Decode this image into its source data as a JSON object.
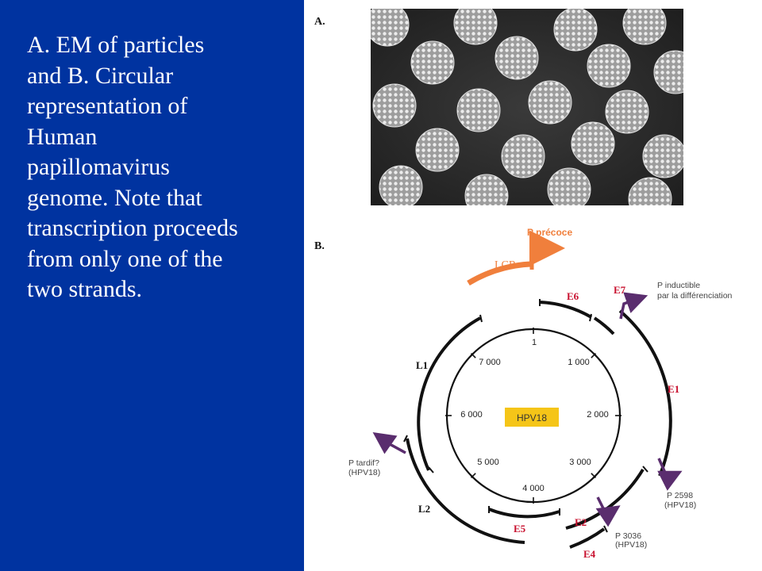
{
  "caption": {
    "lines": [
      "A. EM of particles",
      "and B. Circular",
      "representation  of",
      "Human",
      "papillomavirus",
      "genome. Note that",
      "transcription  proceeds",
      "from only one of the",
      "two strands."
    ]
  },
  "panel_a": {
    "label": "A."
  },
  "panel_b": {
    "label": "B.",
    "center_label": "HPV18",
    "ticks": [
      "1",
      "1 000",
      "2 000",
      "3 000",
      "4 000",
      "5 000",
      "6 000",
      "7 000"
    ],
    "genes": [
      "LCR",
      "E6",
      "E7",
      "E1",
      "E2",
      "E4",
      "E5",
      "L2",
      "L1"
    ],
    "promoters": {
      "early": "P précoce",
      "inducible_1": "P inductible",
      "inducible_2": "par la différenciation",
      "p2598_1": "P 2598",
      "p2598_2": "(HPV18)",
      "p3036_1": "P 3036",
      "p3036_2": "(HPV18)",
      "late_1": "P tardif?",
      "late_2": "(HPV18)"
    },
    "colors": {
      "lcr": "#f07f3c",
      "promoter": "#5a2d6e",
      "box": "#f5c518",
      "line": "#111111"
    }
  }
}
